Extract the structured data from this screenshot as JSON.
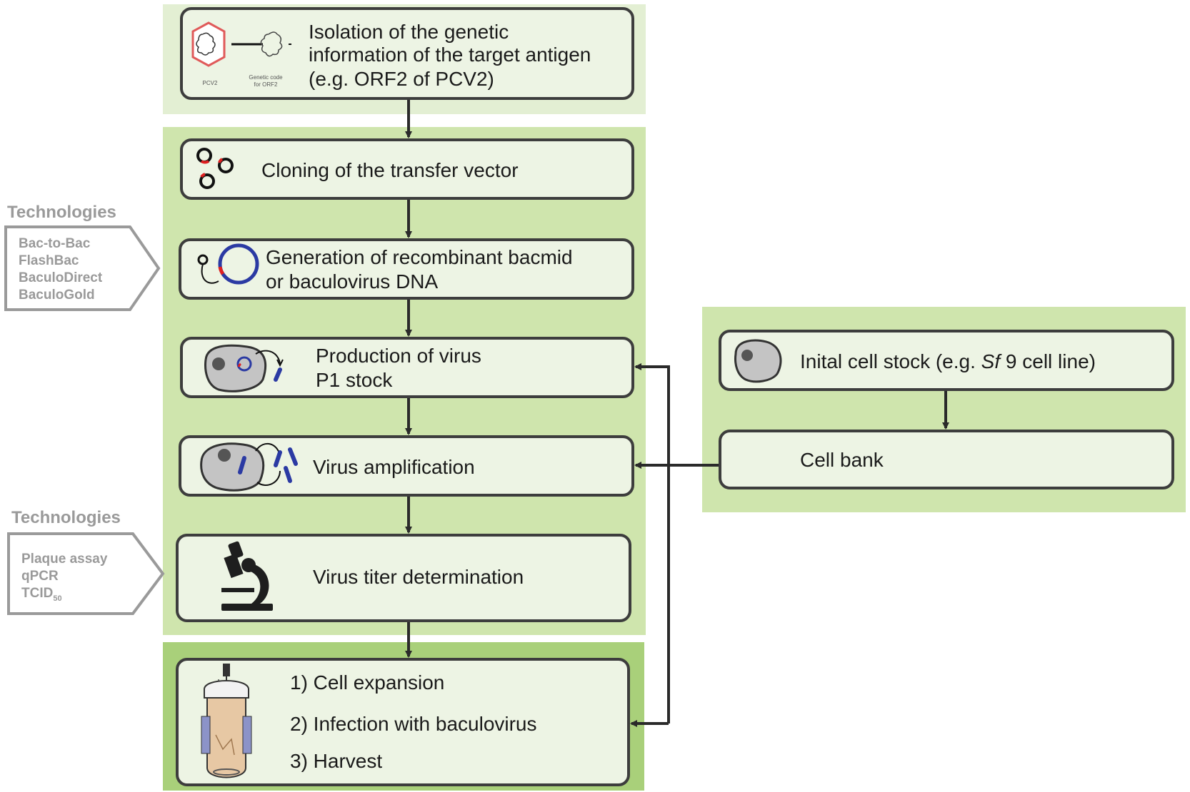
{
  "steps": {
    "isolation": {
      "line1": "Isolation of the genetic",
      "line2": "information of the target antigen",
      "line3": "(e.g. ORF2 of PCV2)",
      "icon_label_pcv2": "PCV2",
      "icon_label_code_1": "Genetic code",
      "icon_label_code_2": "for ORF2"
    },
    "cloning": {
      "label": "Cloning of the transfer vector"
    },
    "bacmid": {
      "line1": "Generation of recombinant bacmid",
      "line2": "or baculovirus DNA"
    },
    "p1": {
      "line1": "Production of virus",
      "line2": "P1 stock"
    },
    "amplification": {
      "label": "Virus amplification"
    },
    "titer": {
      "label": "Virus titer determination"
    },
    "expression": {
      "step1": "1) Cell expansion",
      "step2": "2) Infection with baculovirus",
      "step3": "3) Harvest"
    },
    "cell_stock": {
      "prefix": "Inital cell stock (e.g. ",
      "italic": "Sf",
      "suffix": " 9 cell line)"
    },
    "cell_bank": {
      "label": "Cell bank"
    }
  },
  "technologies_1": {
    "title": "Technologies",
    "items": [
      "Bac-to-Bac",
      "FlashBac",
      "BaculoDirect",
      "BaculoGold"
    ]
  },
  "technologies_2": {
    "title": "Technologies",
    "items": [
      "Plaque assay",
      "qPCR",
      "TCID"
    ],
    "tcid_subscript": "50"
  },
  "colors": {
    "panel_light": "#e3efd3",
    "panel_mid": "#cfe5ad",
    "panel_dark": "#a9d07a",
    "box_fill": "#edf4e4",
    "outline": "#3d3d3d",
    "virus_blue": "#2b3aa3",
    "plasmid_red": "#e02020",
    "tech_gray": "#9a9a9a"
  },
  "icons": [
    "pcv2-virus-icon",
    "dna-coil-icon",
    "plasmid-icon",
    "bacmid-icon",
    "infected-cell-icon",
    "microscope-icon",
    "bioreactor-icon",
    "insect-cell-icon"
  ]
}
